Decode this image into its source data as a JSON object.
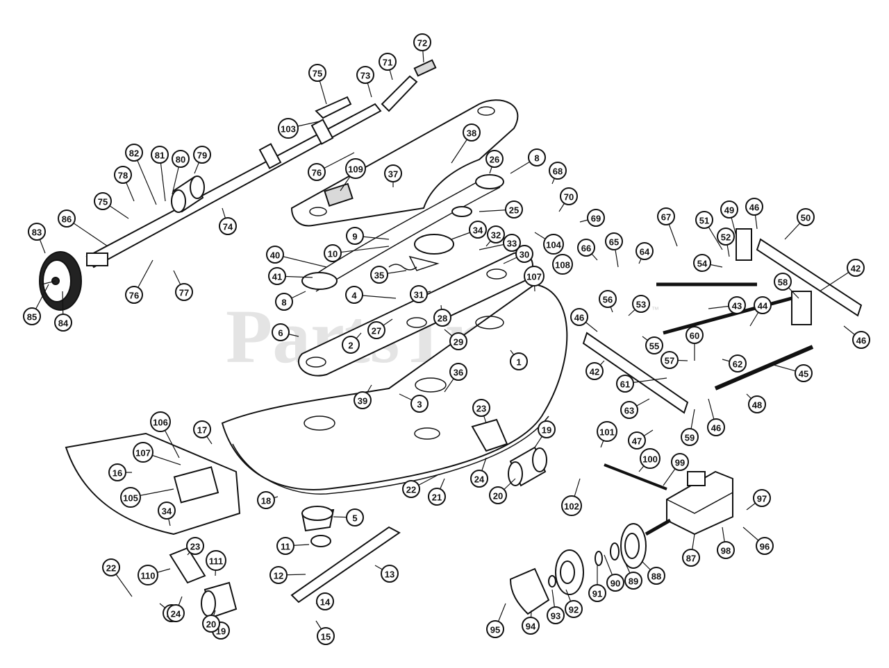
{
  "watermark": {
    "text": "PartsTree",
    "tm": "™"
  },
  "callouts": [
    "1",
    "2",
    "3",
    "4",
    "5",
    "6",
    "8",
    "8",
    "9",
    "10",
    "11",
    "12",
    "13",
    "14",
    "15",
    "16",
    "17",
    "18",
    "19",
    "19",
    "20",
    "20",
    "21",
    "21",
    "22",
    "22",
    "23",
    "23",
    "24",
    "24",
    "25",
    "26",
    "27",
    "28",
    "29",
    "30",
    "31",
    "32",
    "33",
    "34",
    "34",
    "35",
    "36",
    "37",
    "38",
    "39",
    "40",
    "41",
    "42",
    "42",
    "43",
    "44",
    "45",
    "46",
    "46",
    "46",
    "46",
    "47",
    "48",
    "49",
    "50",
    "51",
    "52",
    "53",
    "54",
    "55",
    "56",
    "57",
    "58",
    "59",
    "60",
    "61",
    "62",
    "63",
    "64",
    "65",
    "66",
    "67",
    "68",
    "69",
    "70",
    "71",
    "72",
    "73",
    "74",
    "75",
    "75",
    "76",
    "76",
    "77",
    "78",
    "79",
    "80",
    "81",
    "82",
    "83",
    "84",
    "85",
    "86",
    "87",
    "88",
    "89",
    "90",
    "91",
    "92",
    "93",
    "94",
    "95",
    "96",
    "97",
    "98",
    "99",
    "100",
    "101",
    "102",
    "103",
    "104",
    "105",
    "106",
    "107",
    "107",
    "108",
    "109",
    "110",
    "111"
  ]
}
